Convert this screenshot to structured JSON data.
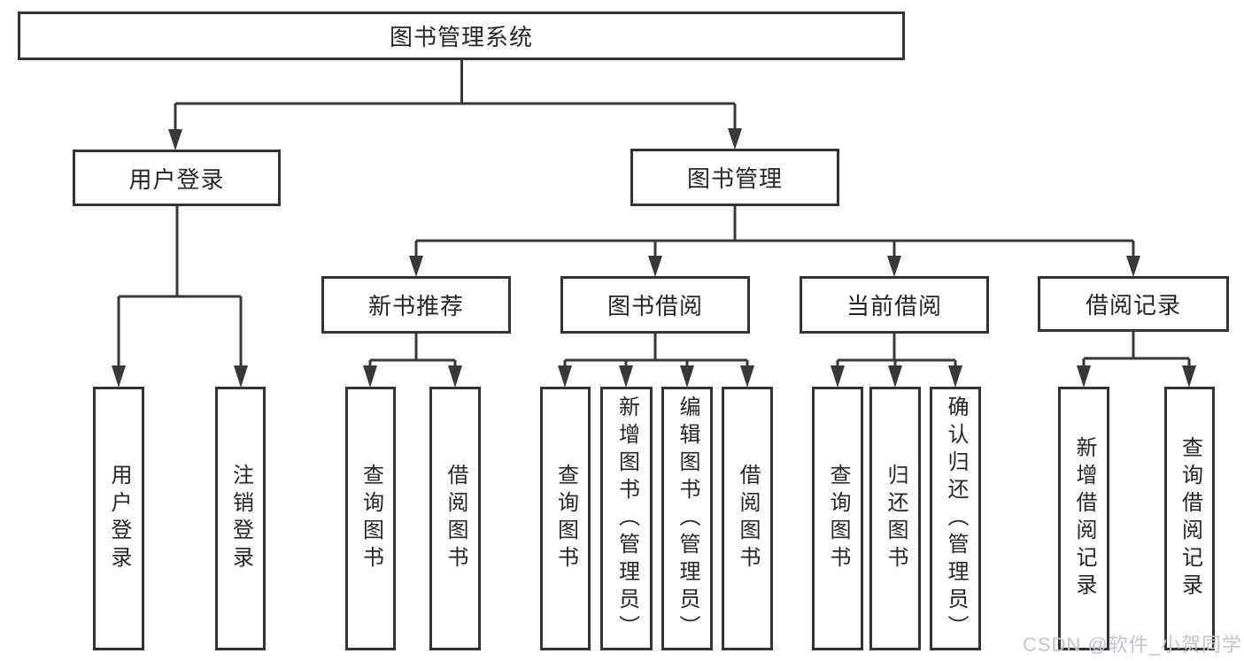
{
  "tree": {
    "label": "图书管理系统",
    "children": [
      {
        "label": "用户登录",
        "children": [
          {
            "label": "用户登录"
          },
          {
            "label": "注销登录"
          }
        ]
      },
      {
        "label": "图书管理",
        "children": [
          {
            "label": "新书推荐",
            "children": [
              {
                "label": "查询图书"
              },
              {
                "label": "借阅图书"
              }
            ]
          },
          {
            "label": "图书借阅",
            "children": [
              {
                "label": "查询图书"
              },
              {
                "label": "新增图书（管理员）"
              },
              {
                "label": "编辑图书（管理员）"
              },
              {
                "label": "借阅图书"
              }
            ]
          },
          {
            "label": "当前借阅",
            "children": [
              {
                "label": "查询图书"
              },
              {
                "label": "归还图书"
              },
              {
                "label": "确认归还（管理员）"
              }
            ]
          },
          {
            "label": "借阅记录",
            "children": [
              {
                "label": "新增借阅记录"
              },
              {
                "label": "查询借阅记录"
              }
            ]
          }
        ]
      }
    ]
  },
  "watermark": "CSDN @软件_小贺同学",
  "colors": {
    "line": "#383838",
    "box_border": "#333333",
    "text": "#262626",
    "watermark": "#c2c5cb",
    "background": "#ffffff"
  }
}
